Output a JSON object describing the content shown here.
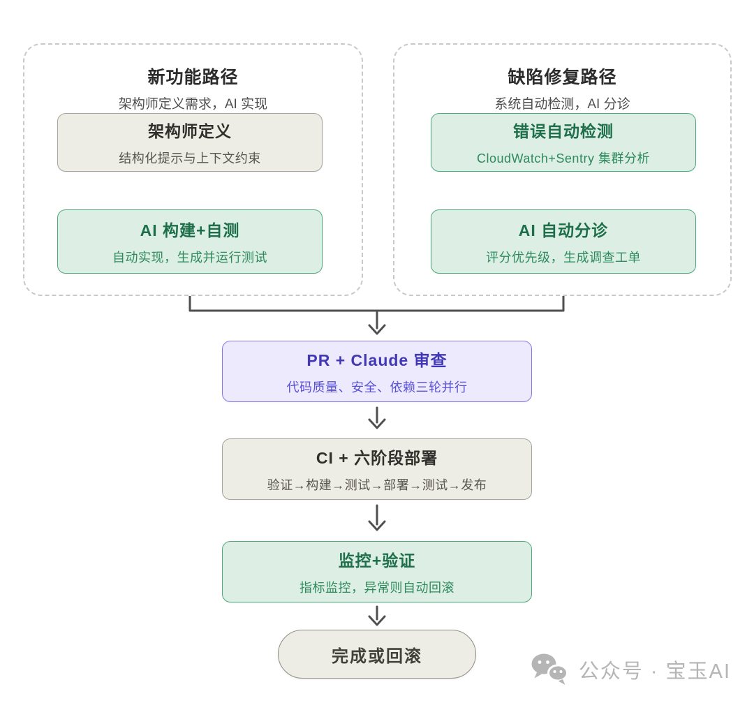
{
  "diagram": {
    "panels": [
      {
        "title": "新功能路径",
        "subtitle": "架构师定义需求，AI 实现",
        "boxes": [
          {
            "title": "架构师定义",
            "subtitle": "结构化提示与上下文约束"
          },
          {
            "title": "AI 构建+自测",
            "subtitle": "自动实现，生成并运行测试"
          }
        ]
      },
      {
        "title": "缺陷修复路径",
        "subtitle": "系统自动检测，AI 分诊",
        "boxes": [
          {
            "title": "错误自动检测",
            "subtitle": "CloudWatch+Sentry 集群分析"
          },
          {
            "title": "AI 自动分诊",
            "subtitle": "评分优先级，生成调查工单"
          }
        ]
      }
    ],
    "main_flow": [
      {
        "title": "PR + Claude 审查",
        "subtitle": "代码质量、安全、依赖三轮并行"
      },
      {
        "title": "CI + 六阶段部署",
        "subtitle": "验证→构建→测试→部署→测试→发布"
      },
      {
        "title": "监控+验证",
        "subtitle": "指标监控，异常则自动回滚"
      },
      {
        "title": "完成或回滚"
      }
    ],
    "watermark": {
      "icon": "wechat-icon",
      "text": "公众号 · 宝玉AI"
    },
    "colors": {
      "green_fill": "#ddefe5",
      "green_border": "#4fa87c",
      "green_text": "#1d6e49",
      "beige_fill": "#eeede5",
      "beige_border": "#a6a59c",
      "purple_fill": "#eceafc",
      "purple_border": "#8279e1",
      "purple_text": "#4238b6",
      "connector": "#4f4f4f",
      "panel_border": "#c9c9c9",
      "watermark_text": "#b5b5b5"
    }
  }
}
